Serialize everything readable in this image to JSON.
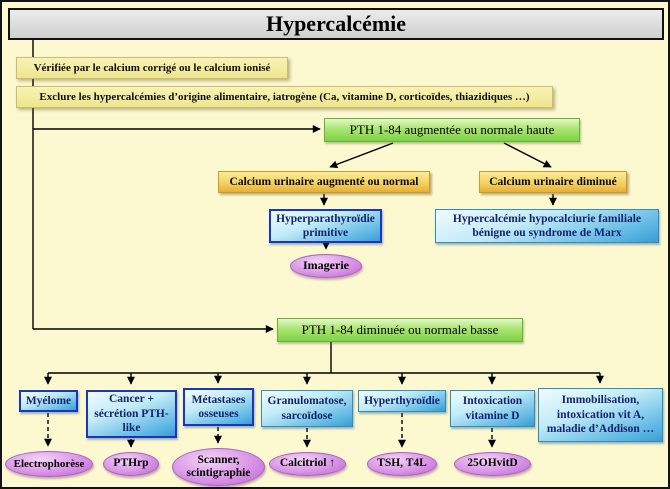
{
  "page": {
    "title": "Hypercalcémie"
  },
  "flow": {
    "verify": "Vérifiée par le calcium corrigé ou le calcium ionisé",
    "exclude": "Exclure les hypercalcémies d’origine alimentaire, iatrogène (Ca, vitamine D, corticoïdes, thiazidiques …)",
    "pth_high": "PTH 1-84 augmentée ou normale haute",
    "urinary_high": "Calcium urinaire augmenté ou normal",
    "urinary_low": "Calcium urinaire diminué",
    "primary_hpt": "Hyperparathyroïdie primitive",
    "marx": "Hypercalcémie hypocalciurie familiale bénigne ou syndrome de Marx",
    "imaging": "Imagerie",
    "pth_low": "PTH 1-84 diminuée ou normale basse",
    "causes": [
      "Myélome",
      "Cancer + sécrétion PTH-like",
      "Métastases osseuses",
      "Granulomatose, sarcoïdose",
      "Hyperthyroïdie",
      "Intoxication vitamine D",
      "Immobilisation, intoxication vit A, maladie d’Addison …"
    ],
    "tests": [
      "Electrophorèse",
      "PTHrp",
      "Scanner, scintigraphie",
      "Calcitriol ↑",
      "TSH, T4L",
      "25OHvitD"
    ]
  },
  "colors": {
    "background": "#fcf8d0",
    "title_bar": "#d9d9d9",
    "note_yellow": "#f3eda3",
    "decision_green": "#8ad44e",
    "decision_gold": "#eec04a",
    "result_blue": "#45a9de",
    "navy_border": "#1b35c0",
    "test_purple": "#c978dd"
  }
}
